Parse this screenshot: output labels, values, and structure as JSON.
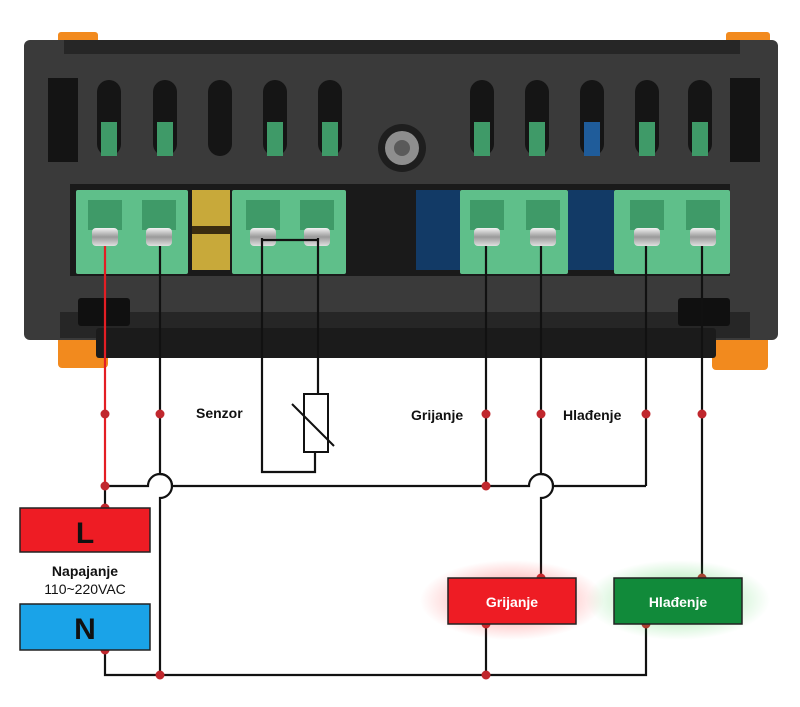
{
  "labels": {
    "sensor": "Senzor",
    "heating": "Grijanje",
    "cooling": "Hlađenje",
    "supply_title": "Napajanje",
    "supply_voltage": "110~220VAC"
  },
  "blocks": {
    "line": {
      "label": "L",
      "color": "#ee1c24"
    },
    "neutral": {
      "label": "N",
      "color": "#1aa3e8"
    },
    "heater": {
      "label": "Grijanje",
      "color": "#ee1c24"
    },
    "cooler": {
      "label": "Hlađenje",
      "color": "#118a3a"
    }
  },
  "colors": {
    "housing": "#3a3a3a",
    "housing_dark": "#262626",
    "terminal": "#5fbf8a",
    "terminal_dark": "#3f9a68",
    "clip": "#f28a1e",
    "wire": "#111111",
    "live_wire": "#e31e24",
    "node": "#c0272d"
  }
}
